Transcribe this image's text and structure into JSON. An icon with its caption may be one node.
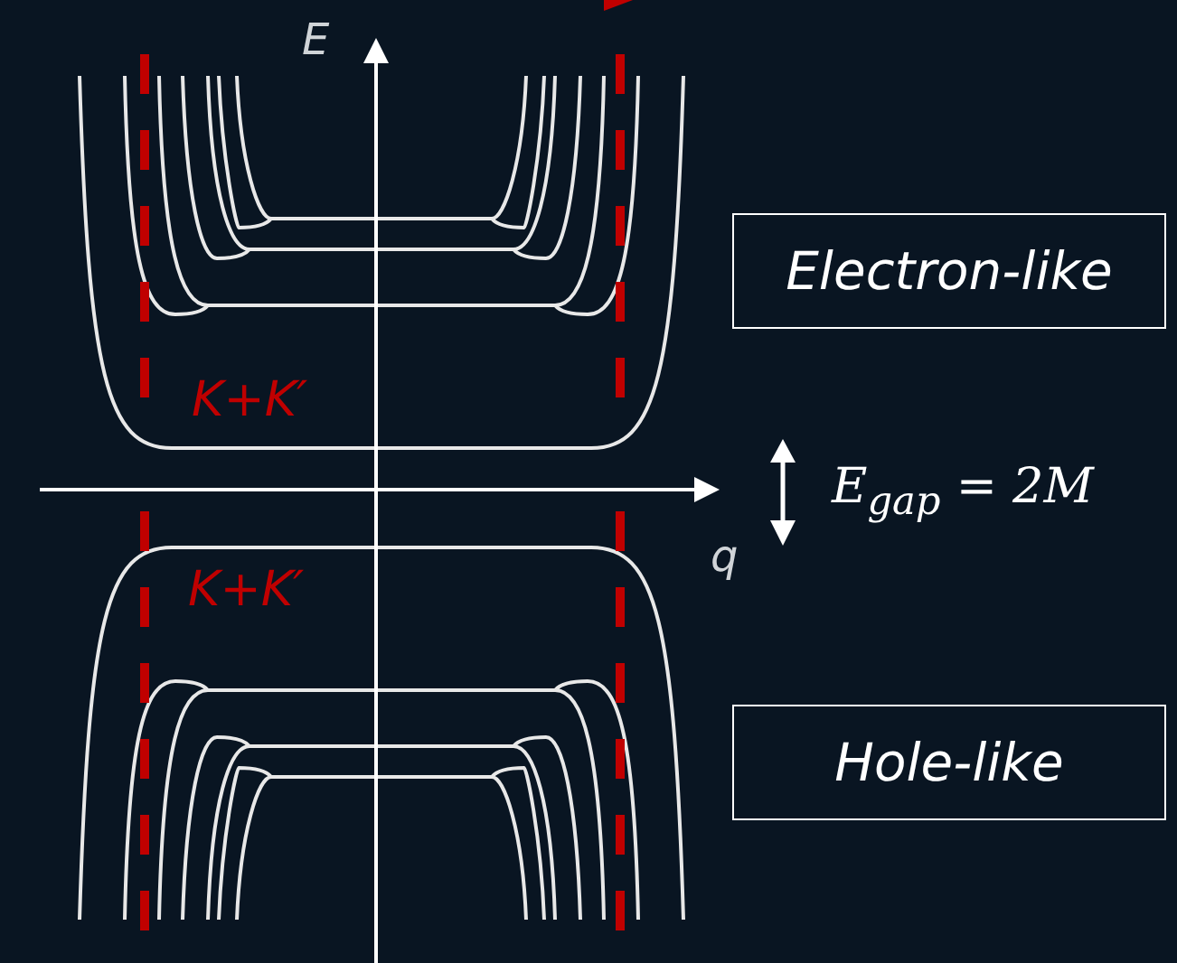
{
  "diagram": {
    "nodes": [
      {
        "text": [
          "Electron-like"
        ]
      },
      {
        "text": [
          "Hole-like"
        ]
      }
    ],
    "labels": [
      "E",
      "K+K′",
      "E$_{gap}$ = 2M",
      "q",
      "K+K′"
    ]
  }
}
